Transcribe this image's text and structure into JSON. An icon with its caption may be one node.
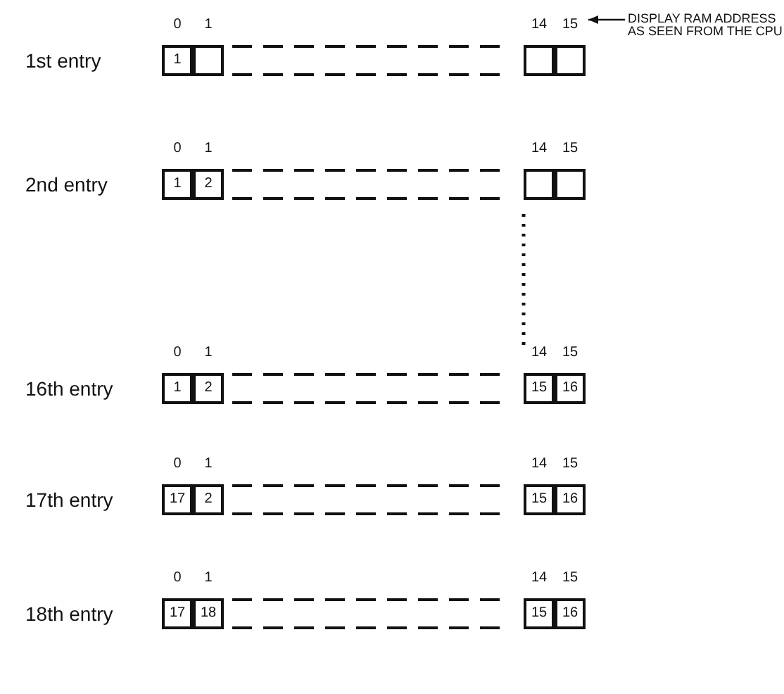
{
  "diagram": {
    "nodes": [
      {
        "text": [
          "15"
        ]
      },
      {
        "text": [
          "DISPLAY RAM ADDRESS AS SEEN FROM THE CPU"
        ]
      }
    ],
    "edges": [
      {
        "from": 1,
        "to": 0,
        "arrow": "to"
      }
    ],
    "labels": [
      "0",
      "1",
      "14",
      "1st entry",
      "1",
      "0",
      "1",
      "14",
      "15",
      "2nd entry",
      "1",
      "2",
      "0",
      "1",
      "14",
      "15",
      "16th entry",
      "1",
      "2",
      "15",
      "16",
      "0",
      "1",
      "14",
      "15",
      "17th entry",
      "17",
      "2",
      "15",
      "16",
      "0",
      "1",
      "14",
      "15",
      "18th entry",
      "17",
      "18",
      "15",
      "16"
    ]
  }
}
